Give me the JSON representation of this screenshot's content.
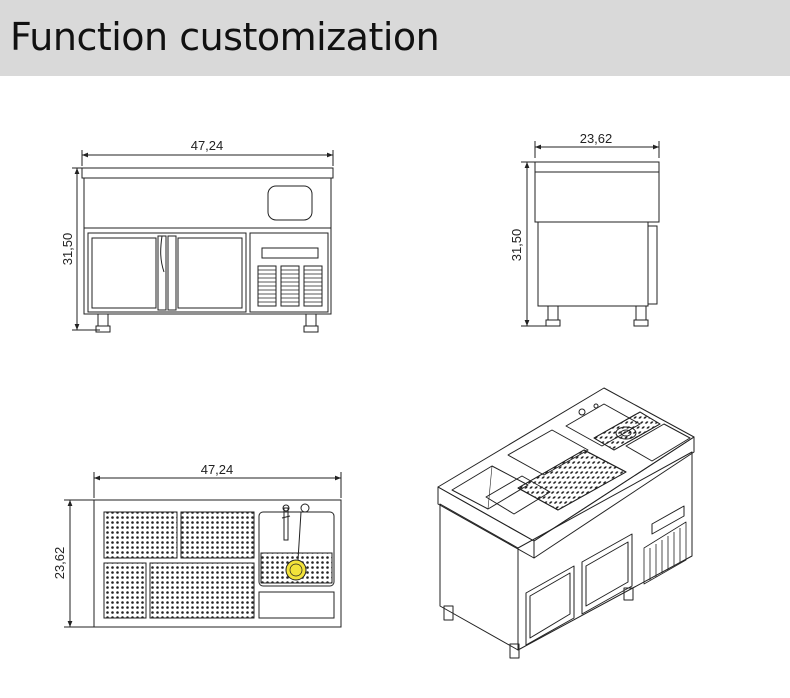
{
  "header": {
    "title": "Function customization"
  },
  "front_view": {
    "width_label": "47,24",
    "height_label": "31,50"
  },
  "side_view": {
    "width_label": "23,62",
    "height_label": "31,50"
  },
  "top_view": {
    "width_label": "47,24",
    "depth_label": "23,62"
  },
  "colors": {
    "header_bg": "#d9d9d9",
    "line": "#222222",
    "header_text": "#111111"
  }
}
